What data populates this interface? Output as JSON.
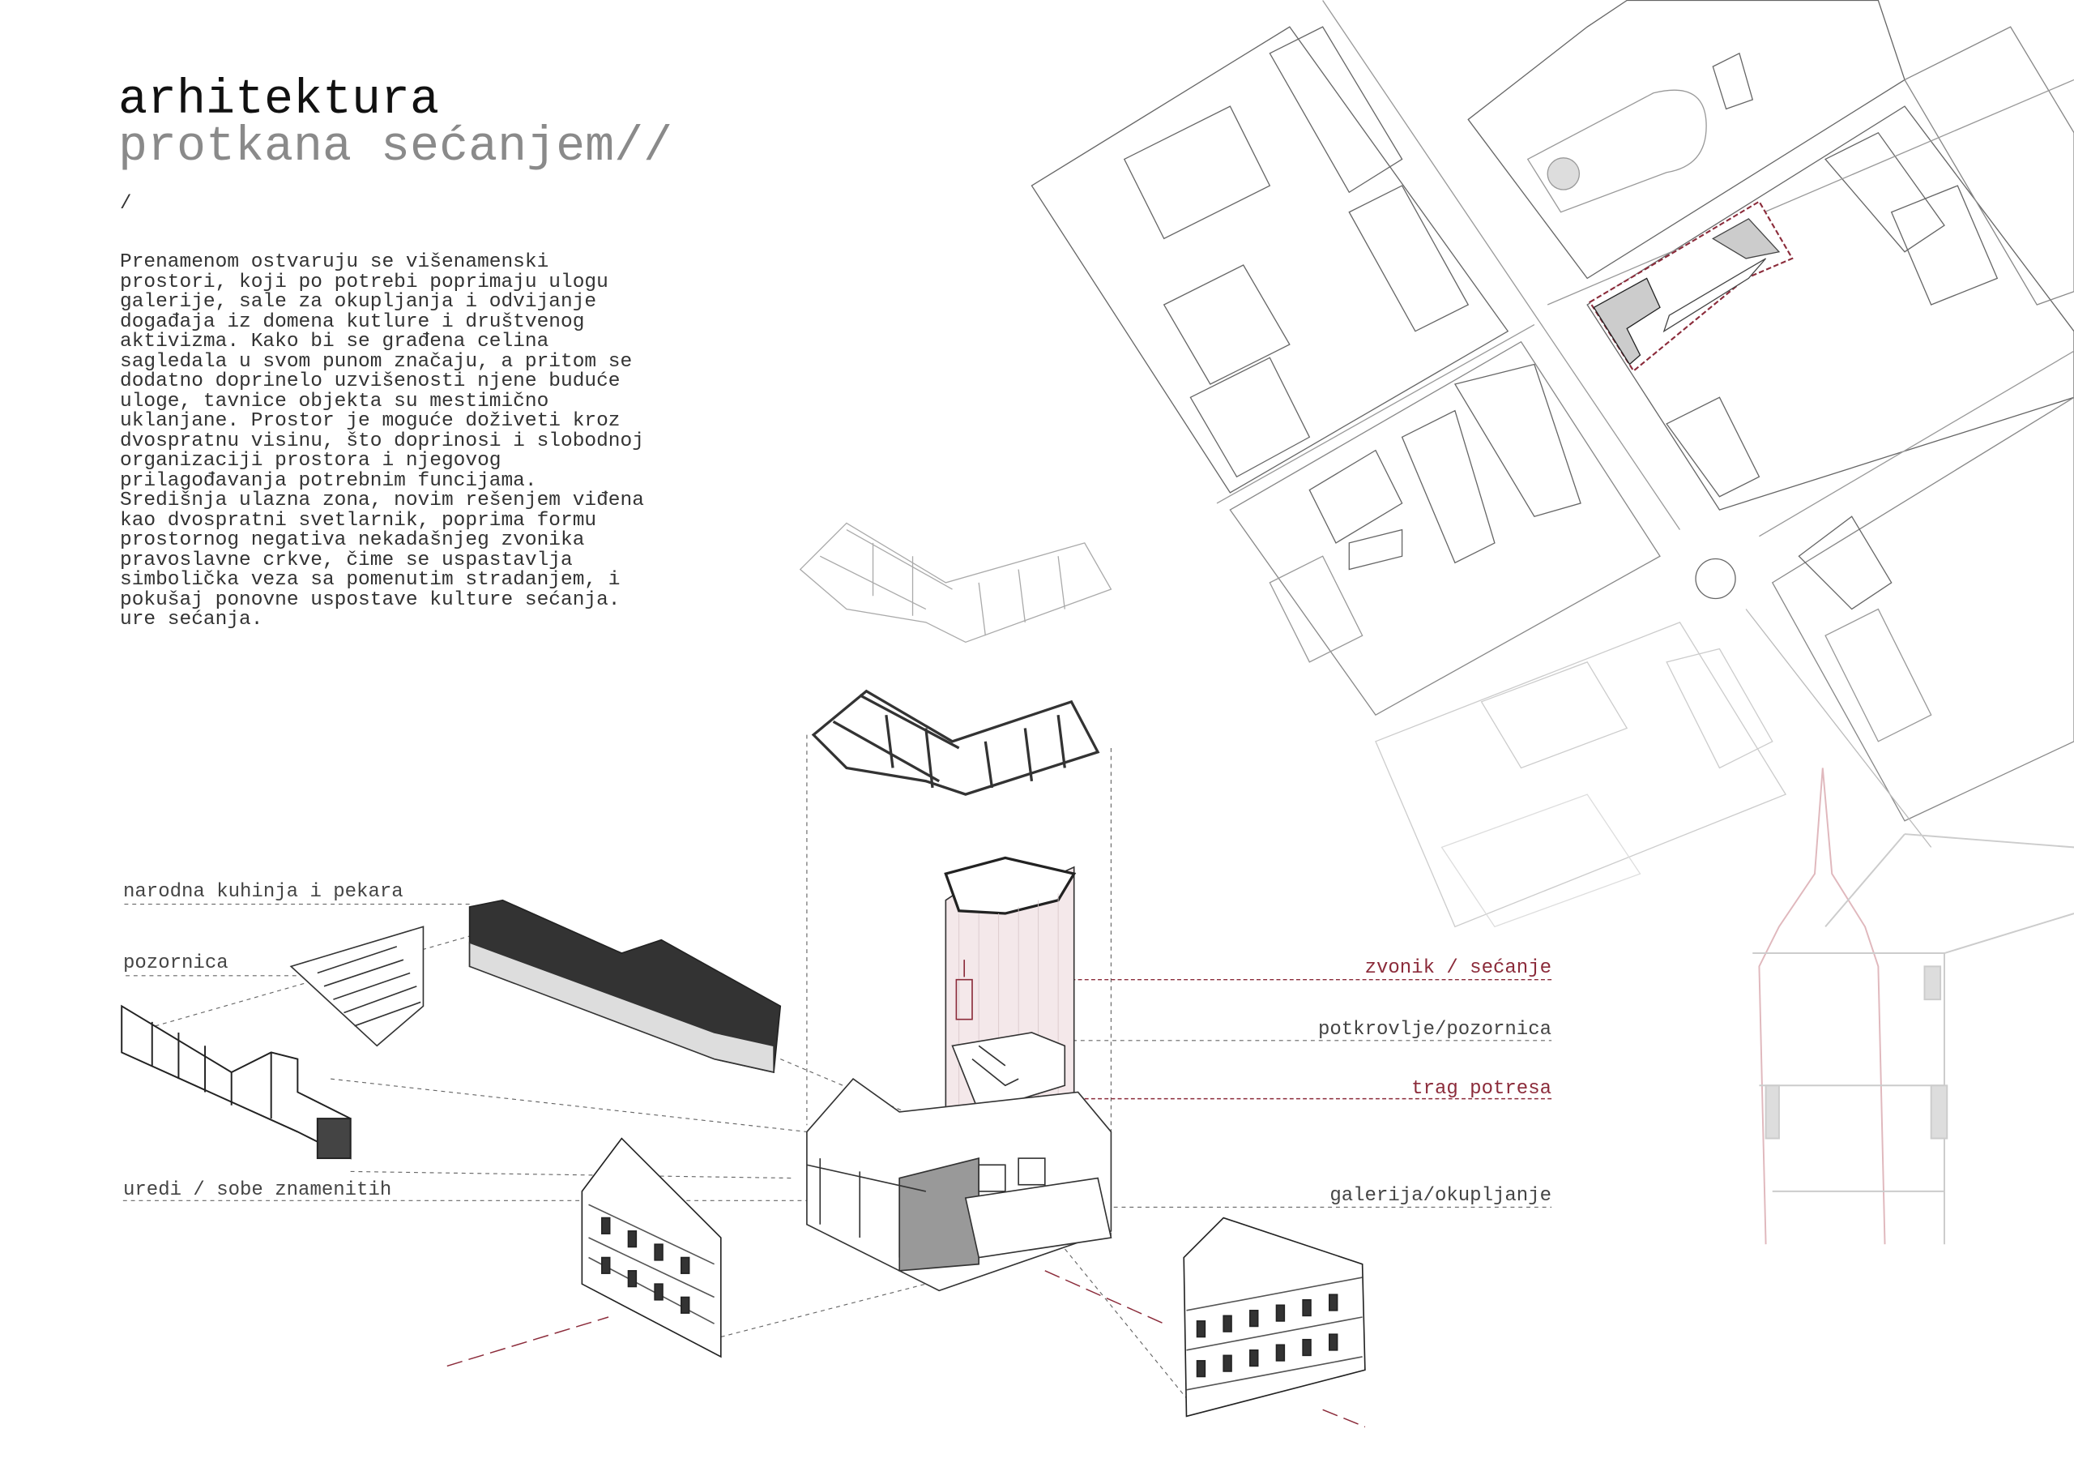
{
  "title": {
    "line1": "arhitektura",
    "line2": "protkana sećanjem//",
    "separator": "/"
  },
  "description": "Prenamenom ostvaruju se višenamenski\nprostori, koji po potrebi poprimaju ulogu\ngalerije, sale za okupljanja i odvijanje\ndogađaja iz domena kutlure i društvenog\naktivizma. Kako bi se građena celina\nsagledala u svom punom značaju, a pritom se\ndodatno doprinelo uzvišenosti njene buduće\nuloge, tavnice objekta su mestimično\nuklanjane. Prostor je moguće doživeti kroz\ndvospratnu visinu, što doprinosi i slobodnoj\norganizaciji prostora i njegovog\nprilagođavanja potrebnim funcijama.\nSredišnja ulazna zona, novim rešenjem viđena\nkao dvospratni svetlarnik, poprima formu\nprostornog negativa nekadašnjeg zvonika\npravoslavne crkve, čime se uspastavlja\nsimbolička veza sa pomenutim stradanjem, i\npokušaj ponovne uspostave kulture sećanja.\nure sećanja.",
  "labels": {
    "left": [
      "narodna kuhinja i pekara",
      "pozornica",
      "uredi / sobe znamenitih"
    ],
    "right": [
      {
        "text": "zvonik / sećanje",
        "accent": true
      },
      {
        "text": "potkrovlje/pozornica",
        "accent": false
      },
      {
        "text": "trag potresa",
        "accent": true
      },
      {
        "text": "galerija/okupljanje",
        "accent": false
      }
    ]
  },
  "colors": {
    "accent": "#8b2b3a",
    "line": "#555555",
    "faint": "#bbbbbb"
  }
}
